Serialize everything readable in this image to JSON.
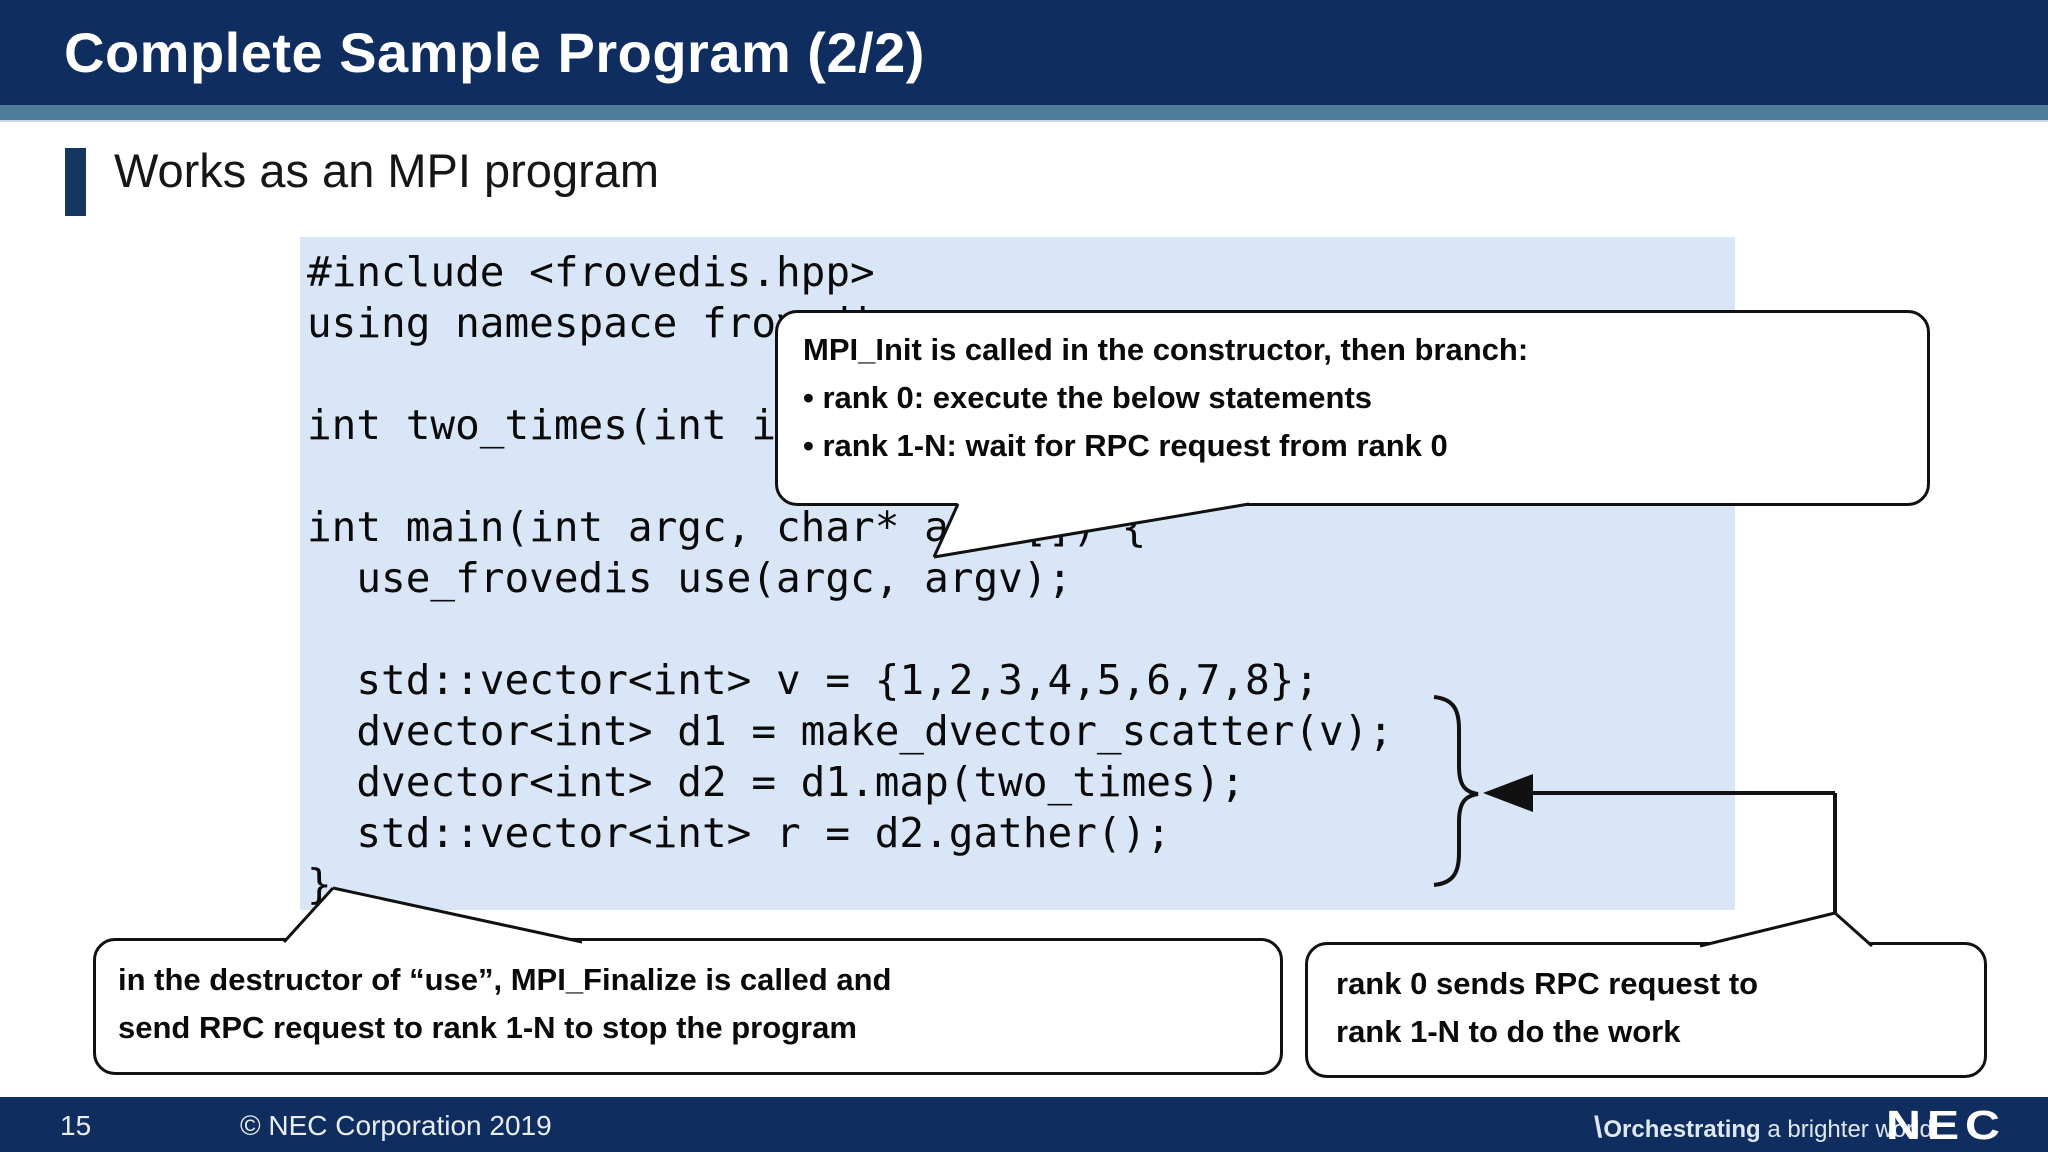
{
  "slide": {
    "title": "Complete Sample Program (2/2)",
    "heading": "Works as an MPI program",
    "code": {
      "lines": [
        "#include <frovedis.hpp>",
        "using namespace frovedis;",
        "",
        "int two_times(int i) {return i * 2;}",
        "",
        "int main(int argc, char* argv[]) {",
        "  use_frovedis use(argc, argv);",
        "",
        "  std::vector<int> v = {1,2,3,4,5,6,7,8};",
        "  dvector<int> d1 = make_dvector_scatter(v);",
        "  dvector<int> d2 = d1.map(two_times);",
        "  std::vector<int> r = d2.gather();",
        "}"
      ]
    },
    "callouts": {
      "top": {
        "line1": "MPI_Init is called in the constructor, then branch:",
        "line2": "• rank 0: execute the below statements",
        "line3": "• rank 1-N: wait for RPC request from rank 0"
      },
      "bottom_left": {
        "line1": "in the destructor of “use”, MPI_Finalize is called and",
        "line2": "send RPC request to rank 1-N to stop the program"
      },
      "bottom_right": {
        "line1": "rank 0 sends RPC request to",
        "line2": "rank 1-N to do the work"
      }
    },
    "footer": {
      "page_number": "15",
      "copyright": "© NEC Corporation 2019",
      "tagline_slash": "\\",
      "tagline_bold": "Orchestrating",
      "tagline_rest": " a brighter world",
      "logo_text": "NEC"
    },
    "colors": {
      "header_navy": "#0f2e5f",
      "accent_strip": "#4e7d99",
      "heading_accent": "#15375f",
      "code_background": "#d9e6f8",
      "callout_border": "#111111",
      "footer_navy": "#0f2e5f"
    }
  }
}
